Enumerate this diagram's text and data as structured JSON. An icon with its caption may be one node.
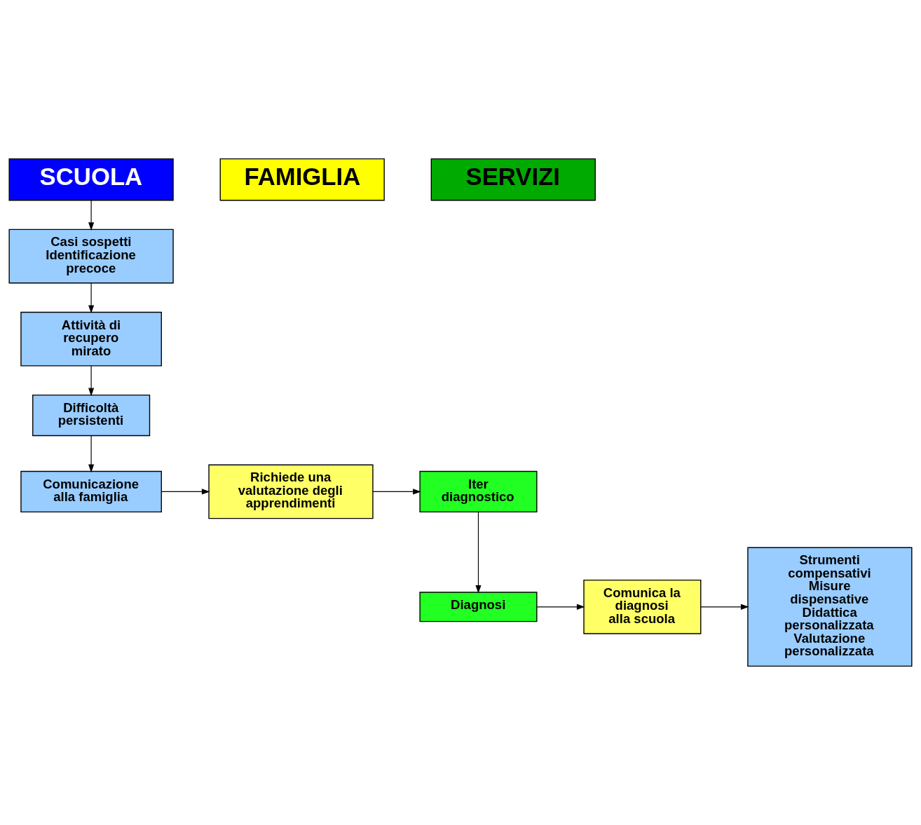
{
  "diagram": {
    "nodes": [
      {
        "text": [
          "SCUOLA"
        ]
      },
      {
        "text": [
          "FAMIGLIA"
        ]
      },
      {
        "text": [
          "SERVIZI"
        ]
      },
      {
        "text": [
          "Casi sospetti",
          "Identificazione precoce"
        ]
      },
      {
        "text": [
          "Attività di recupero mirato"
        ]
      },
      {
        "text": [
          "Difficoltà persistenti"
        ]
      },
      {
        "text": [
          "Comunicazione alla famiglia"
        ]
      },
      {
        "text": [
          "Richiede una valutazione degli apprendimenti"
        ]
      },
      {
        "text": [
          "Iter diagnostico"
        ]
      },
      {
        "text": [
          "Strumenti compensativi",
          "Misure dispensative",
          "Didattica personalizzata",
          "Valutazione personalizzata"
        ]
      },
      {
        "text": [
          "Comunica la diagnosi alla scuola"
        ]
      },
      {
        "text": [
          "Diagnosi"
        ]
      }
    ],
    "edges": [
      {
        "from": 0,
        "to": 3,
        "arrow": "to"
      },
      {
        "from": 3,
        "to": 4,
        "arrow": "to"
      },
      {
        "from": 4,
        "to": 5,
        "arrow": "to"
      },
      {
        "from": 5,
        "to": 6,
        "arrow": "to"
      },
      {
        "from": 6,
        "to": 7,
        "arrow": "to"
      },
      {
        "from": 7,
        "to": 8,
        "arrow": "to"
      },
      {
        "from": 8,
        "to": 11,
        "arrow": "to"
      },
      {
        "from": 11,
        "to": 10,
        "arrow": "to"
      },
      {
        "from": 10,
        "to": 9,
        "arrow": "to"
      }
    ]
  }
}
